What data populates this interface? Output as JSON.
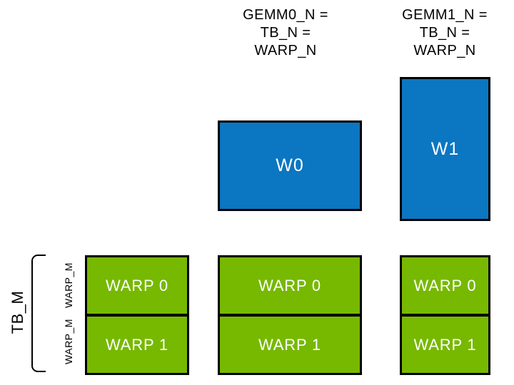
{
  "colors": {
    "fill_blue": "#0B76C2",
    "fill_green": "#76B900",
    "stroke": "#000000",
    "box_text": "#FFFFFF",
    "label_text": "#000000",
    "background": "#FFFFFF"
  },
  "column_headers": {
    "gemm0": "GEMM0_N =\nTB_N =\nWARP_N",
    "gemm1": "GEMM1_N =\nTB_N =\nWARP_N"
  },
  "accumulator_tiles": [
    {
      "label": "W0"
    },
    {
      "label": "W1"
    }
  ],
  "left_axis": {
    "tb_label": "TB_M",
    "row_labels": [
      "WARP_M",
      "WARP_M"
    ]
  },
  "warp_groups": [
    {
      "position": "left",
      "rows": [
        {
          "label": "WARP 0"
        },
        {
          "label": "WARP 1"
        }
      ]
    },
    {
      "position": "middle",
      "rows": [
        {
          "label": "WARP 0"
        },
        {
          "label": "WARP 1"
        }
      ]
    },
    {
      "position": "right",
      "rows": [
        {
          "label": "WARP 0"
        },
        {
          "label": "WARP 1"
        }
      ]
    }
  ]
}
